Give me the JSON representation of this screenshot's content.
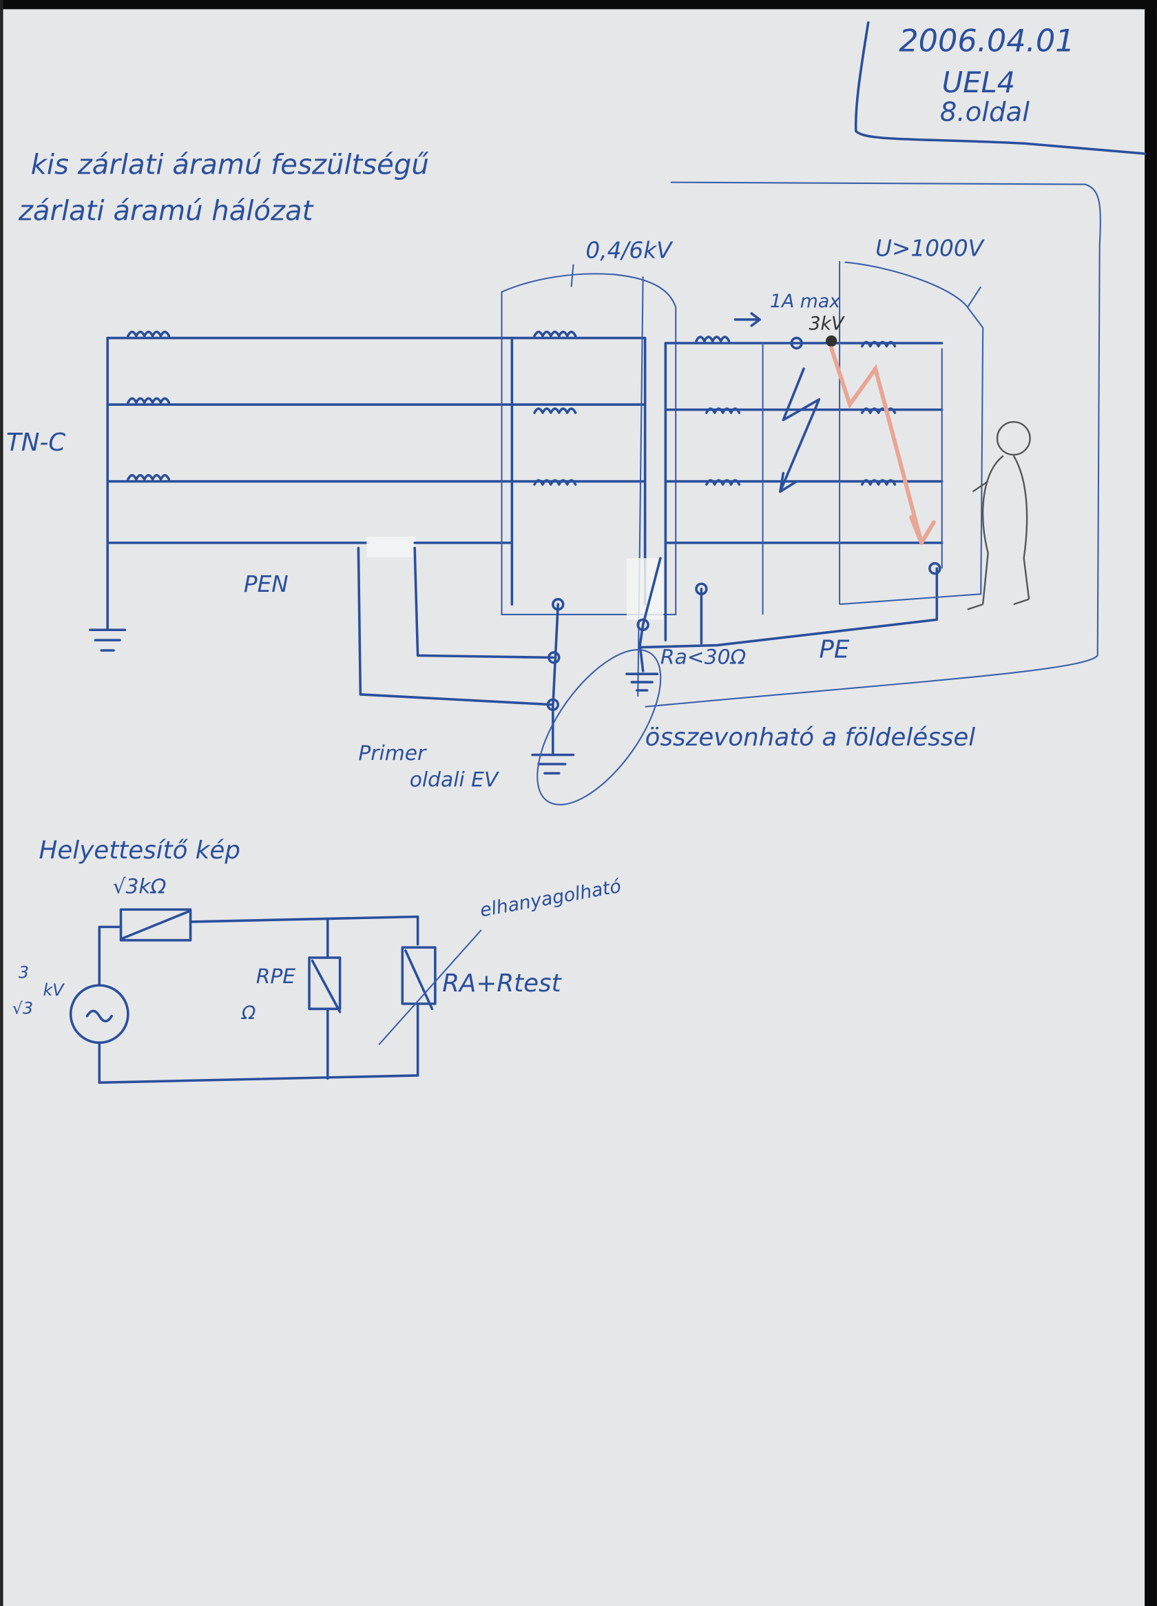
{
  "header": {
    "date": "2006.04.01",
    "course": "UEL4",
    "page": "8.oldal"
  },
  "intro": {
    "line1": "kis zárlati áramú feszültségű",
    "line2": "zárlati áramú hálózat"
  },
  "diagram": {
    "network_label": "TN-C",
    "pen_label": "PEN",
    "transformer_label": "0,4/6kV",
    "hv_label": "U>1000V",
    "current_label": "1A max",
    "voltage_label": "3kV",
    "ra_label": "Ra<30Ω",
    "pe_label": "PE",
    "primary_label_1": "Primer",
    "primary_label_2": "oldali EV",
    "merge_note": "összevonható a földeléssel",
    "colors": {
      "ink": "#2a4f9c",
      "arrow": "#e9a595",
      "paper": "#e6e7e9"
    }
  },
  "equivalent": {
    "title": "Helyettesítő kép",
    "series_resistor": "√3kΩ",
    "source_num": "3",
    "source_den": "√3",
    "source_unit": "kV",
    "rpe_label": "RPE",
    "rpe_unit": "Ω",
    "ra_label": "RA+Rtest",
    "negligible_note": "elhanyagolható"
  }
}
